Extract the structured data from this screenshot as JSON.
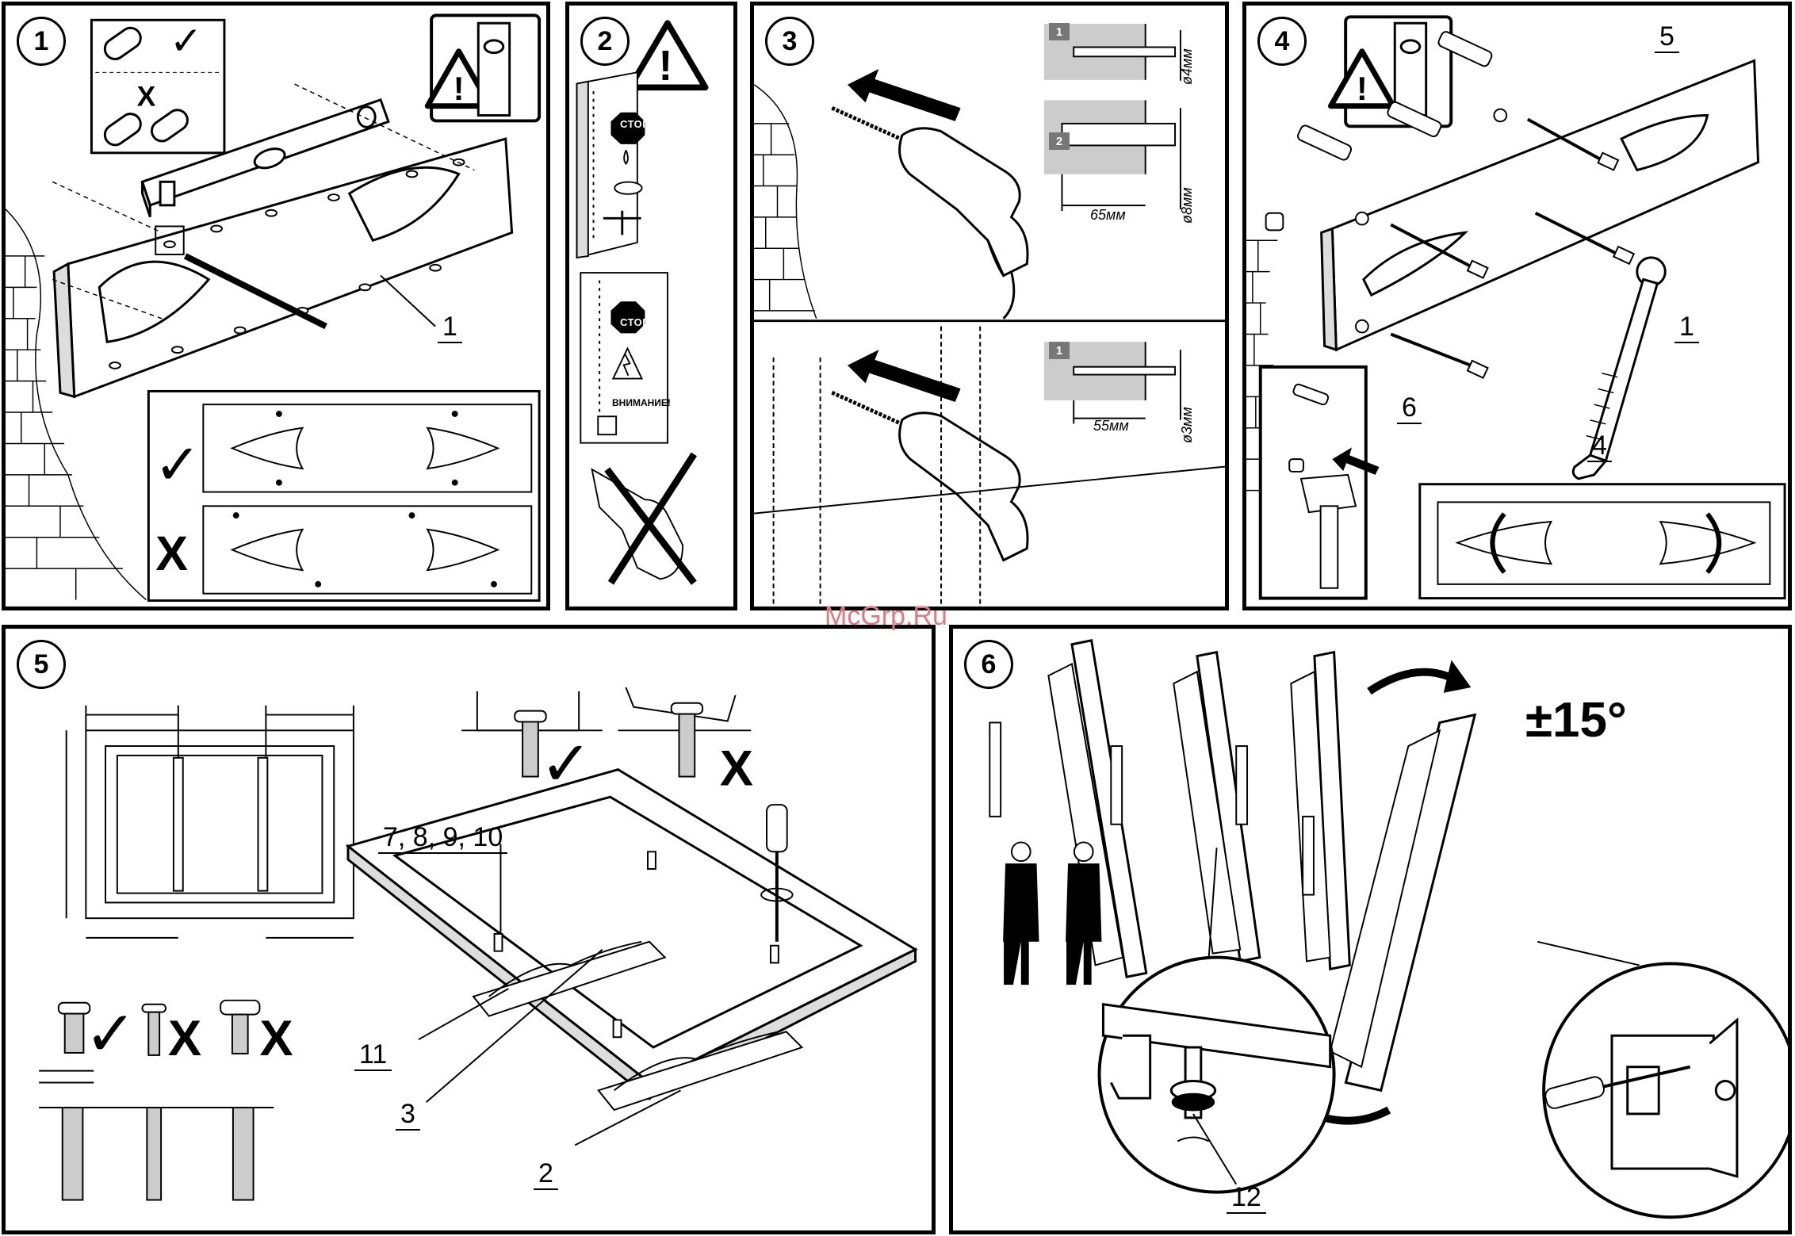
{
  "watermark": "McGrp.Ru",
  "colors": {
    "line": "#000000",
    "grey_fill": "#d9d9d9",
    "stop_red": "#000000",
    "watermark": "#e07a80"
  },
  "panels": [
    {
      "step": "1",
      "callouts": [
        "1"
      ],
      "ok_mark": "✓",
      "bad_mark": "X"
    },
    {
      "step": "2",
      "stop_text": [
        "СТОП",
        "СТОП"
      ],
      "warning_text": "ВНИМАНИЕ!"
    },
    {
      "step": "3",
      "drill_steps": [
        "1",
        "2",
        "1"
      ],
      "diameters": [
        "ø4мм",
        "ø8мм",
        "ø3мм"
      ],
      "depths": [
        "65мм",
        "55мм"
      ]
    },
    {
      "step": "4",
      "callouts": [
        "5",
        "1",
        "6",
        "4"
      ]
    },
    {
      "step": "5",
      "callouts": [
        "7, 8, 9, 10",
        "11",
        "3",
        "2"
      ]
    },
    {
      "step": "6",
      "callouts": [
        "12"
      ],
      "tilt": "±15°"
    }
  ]
}
